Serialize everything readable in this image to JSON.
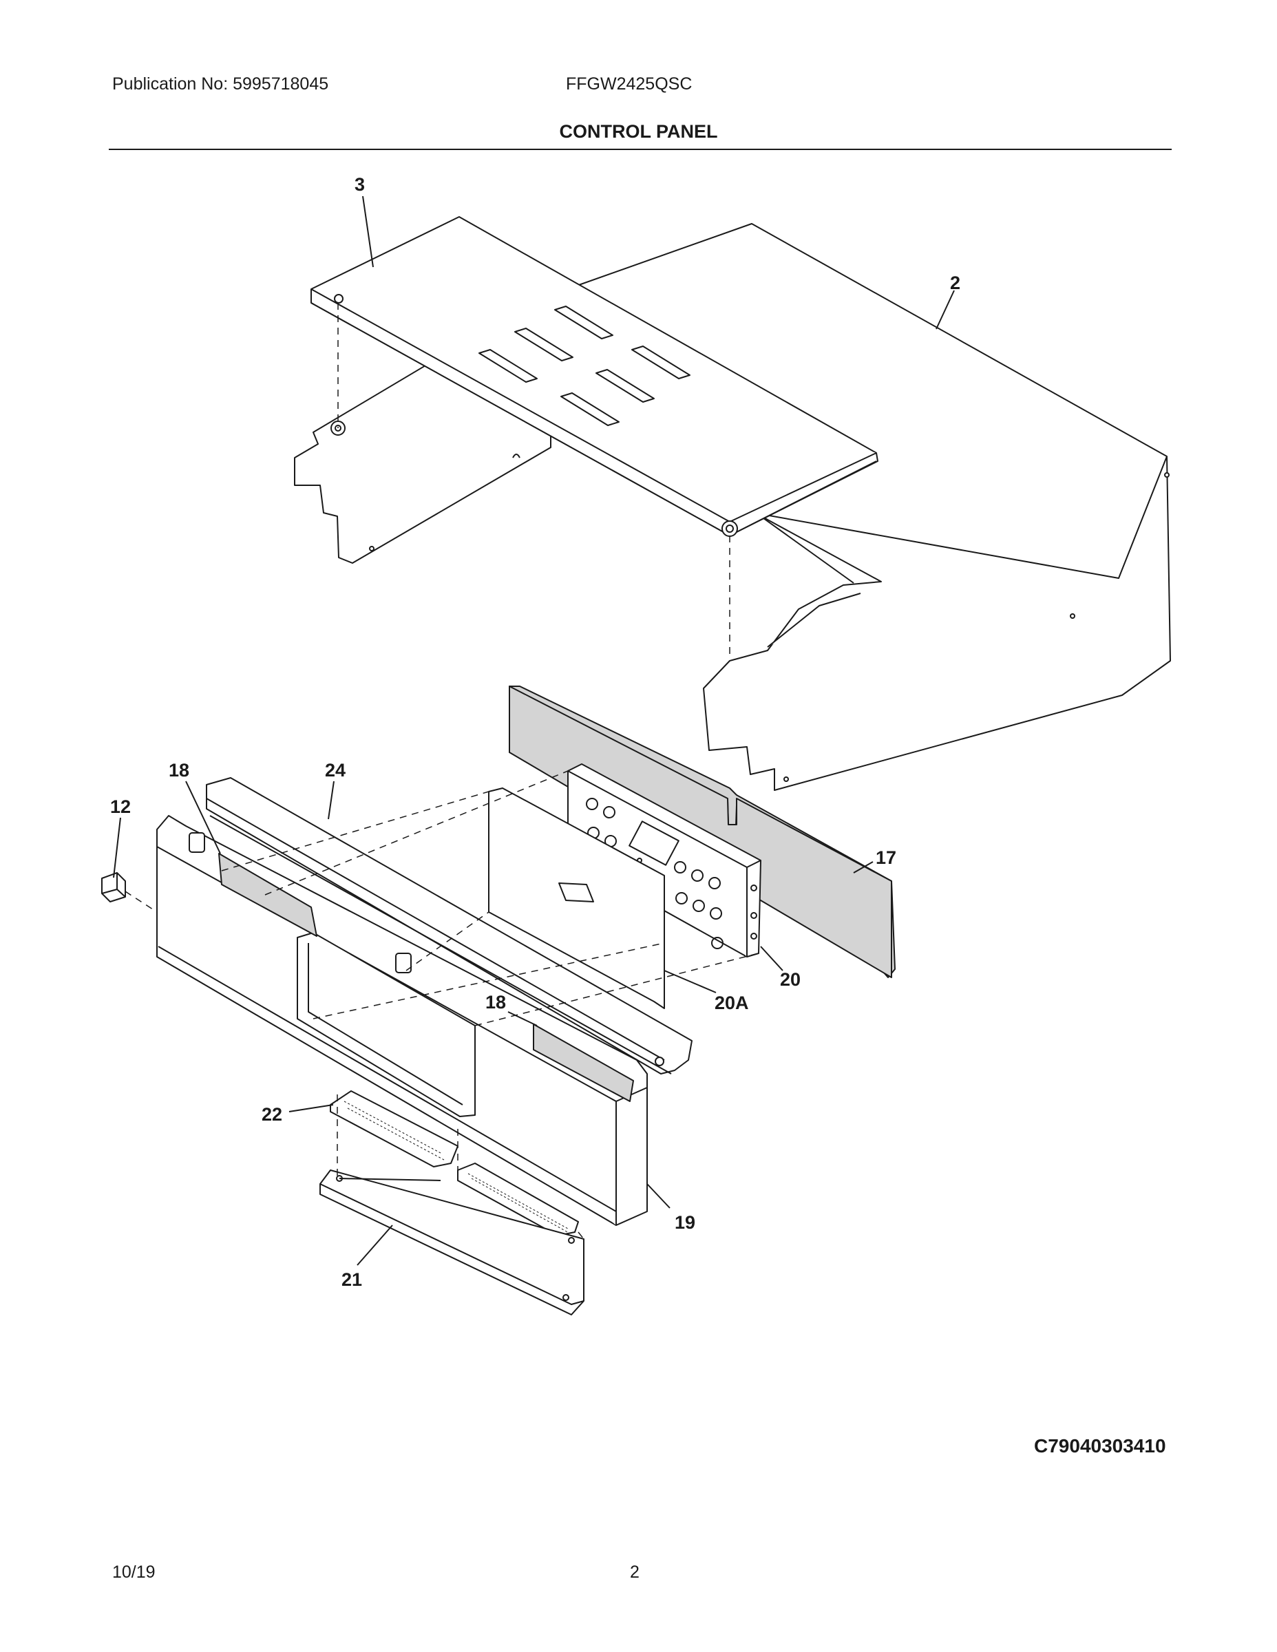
{
  "header": {
    "publication": "Publication No: 5995718045",
    "model": "FFGW2425QSC",
    "title": "CONTROL PANEL"
  },
  "callouts": [
    "3",
    "2",
    "18",
    "24",
    "12",
    "17",
    "20",
    "20A",
    "18",
    "22",
    "19",
    "21"
  ],
  "diagram_code": "C79040303410",
  "footer": {
    "date": "10/19",
    "page": "2"
  },
  "colors": {
    "line": "#1a1a1a",
    "fill_gray": "#d4d4d4"
  }
}
